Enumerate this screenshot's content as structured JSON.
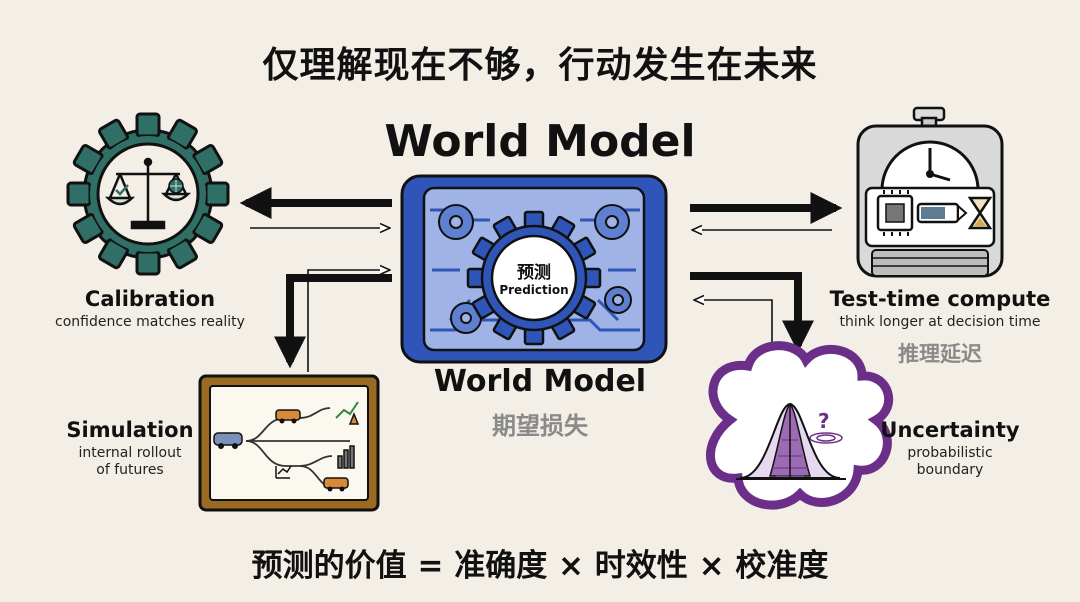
{
  "header": {
    "title": "仅理解现在不够，行动发生在未来"
  },
  "center": {
    "title_top": "World Model",
    "core_cn": "预测",
    "core_en": "Prediction",
    "title_bottom": "World Model",
    "subtitle_cn": "期望损失"
  },
  "calibration": {
    "title": "Calibration",
    "desc": "confidence matches reality"
  },
  "test_time": {
    "title": "Test-time compute",
    "desc": "think longer at decision time",
    "desc_cn": "推理延迟"
  },
  "simulation": {
    "title": "Simulation",
    "desc_line1": "internal rollout",
    "desc_line2": "of futures"
  },
  "uncertainty": {
    "title": "Uncertainty",
    "desc_line1": "probabilistic",
    "desc_line2": "boundary"
  },
  "footer": {
    "formula": "预测的价值 = 准确度 × 时效性 × 校准度"
  },
  "colors": {
    "background": "#f3efe6",
    "model_blue": "#2f55b8",
    "model_light": "#9fb3e6",
    "gear_teal": "#2f6f66",
    "sim_brown": "#9a6a22",
    "uncert_purple": "#6b2f8a",
    "gray_text": "#8a8a8a"
  },
  "icons": [
    "gear-icon",
    "balance-scale-icon",
    "globe-icon",
    "stopwatch-icon",
    "chip-icon",
    "battery-icon",
    "hourglass-icon",
    "car-icon",
    "chart-icon",
    "bell-curve-icon",
    "question-mark-icon"
  ]
}
